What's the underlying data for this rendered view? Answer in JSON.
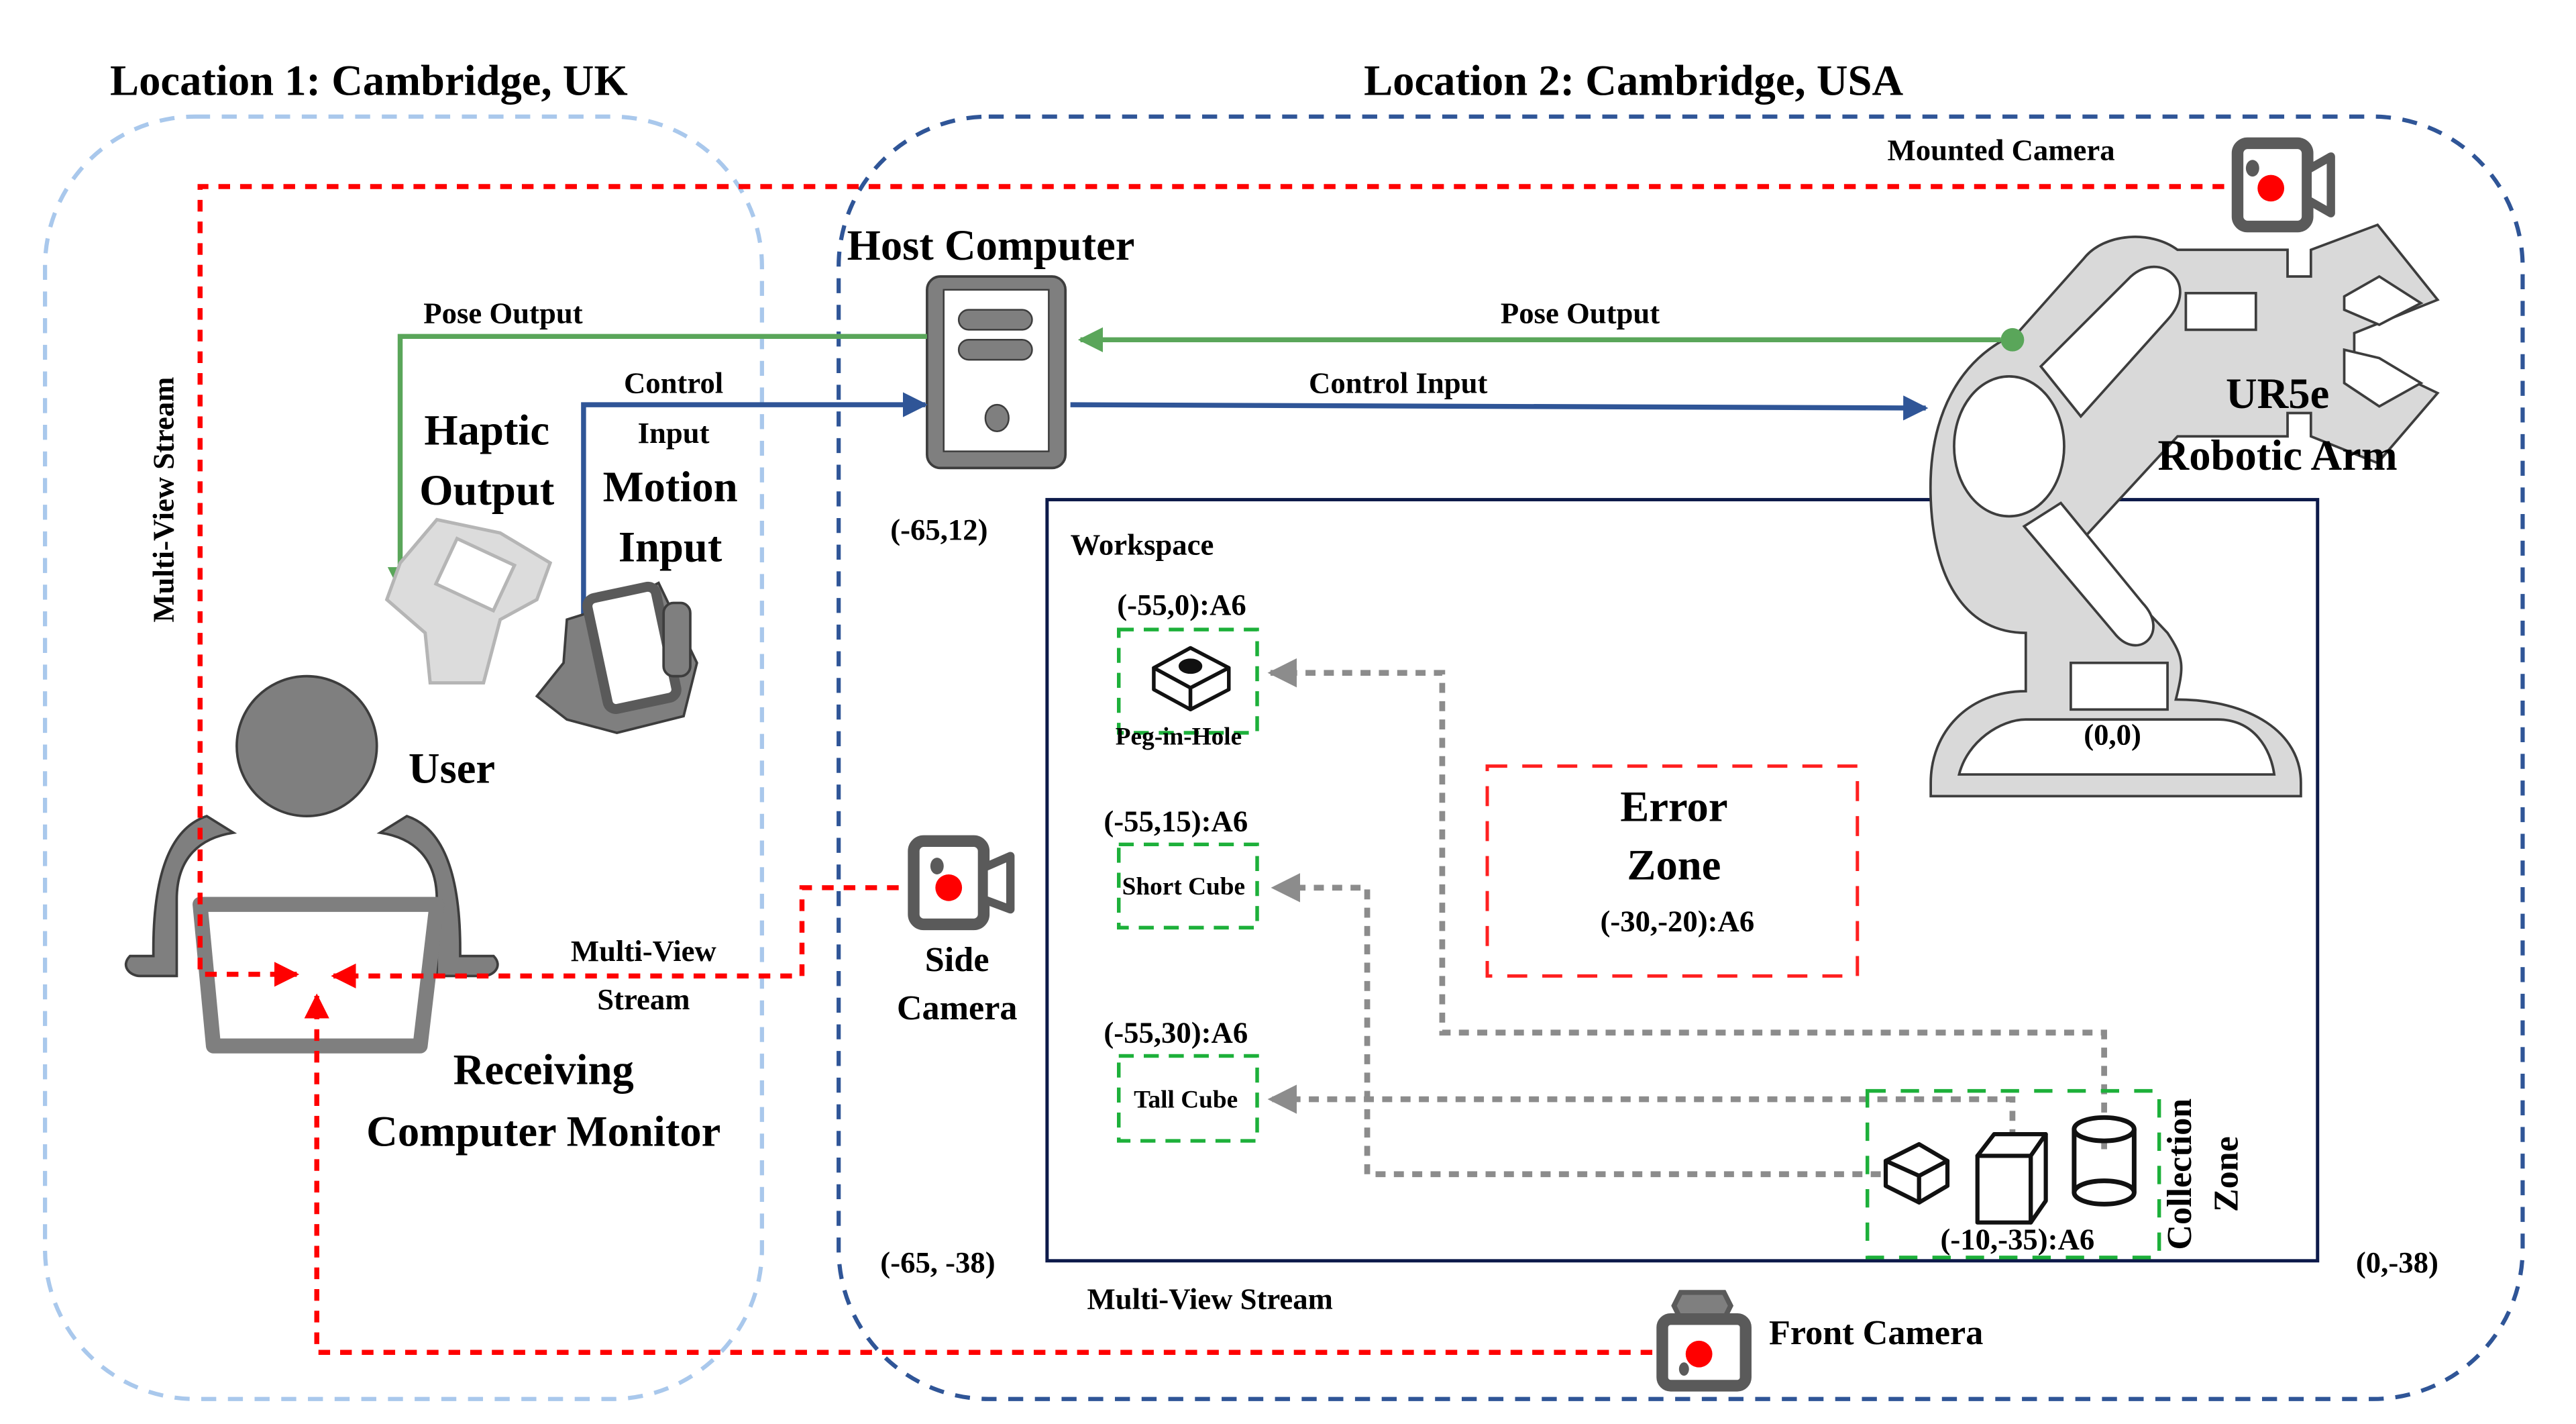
{
  "locations": {
    "uk": {
      "title": "Location 1: Cambridge, UK",
      "color": "#a9c8ec"
    },
    "usa": {
      "title": "Location 2: Cambridge, USA",
      "color": "#2f5597"
    }
  },
  "colors": {
    "pose": "#5aa65a",
    "control": "#2f5597",
    "stream": "#ff0000",
    "task_link": "#8c8c8c",
    "task_zone": "#1db03a",
    "error_zone": "#ff2020",
    "workspace_border": "#0d1a4a",
    "device_gray": "#7f7f7f",
    "arm_gray": "#d9d9d9"
  },
  "nodes": {
    "host_computer": "Host Computer",
    "robot_arm": {
      "line1": "UR5e",
      "line2": "Robotic Arm",
      "origin": "(0,0)"
    },
    "user": "User",
    "monitor": {
      "line1": "Receiving",
      "line2": "Computer Monitor"
    },
    "haptic": {
      "line1": "Haptic",
      "line2": "Output"
    },
    "motion": {
      "line1": "Motion",
      "line2": "Input"
    },
    "mounted_camera": "Mounted Camera",
    "side_camera": {
      "line1": "Side",
      "line2": "Camera"
    },
    "front_camera": "Front Camera"
  },
  "links": {
    "pose_output_left": "Pose Output",
    "pose_output_right": "Pose Output",
    "control_input_left": {
      "line1": "Control",
      "line2": "Input"
    },
    "control_input_right": "Control Input",
    "stream_vertical": "Multi-View Stream",
    "stream_side": {
      "line1": "Multi-View",
      "line2": "Stream"
    },
    "stream_front": "Multi-View Stream"
  },
  "workspace": {
    "title": "Workspace",
    "corners": {
      "top_left": "(-65,12)",
      "bottom_left": "(-65, -38)",
      "bottom_right": "(0,-38)"
    },
    "tasks": [
      {
        "coord": "(-55,0):A6",
        "label": "Peg-in-Hole",
        "icon": "peg-in-hole-block"
      },
      {
        "coord": "(-55,15):A6",
        "label": "Short Cube",
        "icon": "none"
      },
      {
        "coord": "(-55,30):A6",
        "label": "Tall Cube",
        "icon": "none"
      }
    ],
    "error_zone": {
      "line1": "Error",
      "line2": "Zone",
      "coord": "(-30,-20):A6"
    },
    "collection_zone": {
      "line1": "Collection",
      "line2": "Zone",
      "coord": "(-10,-35):A6"
    }
  }
}
